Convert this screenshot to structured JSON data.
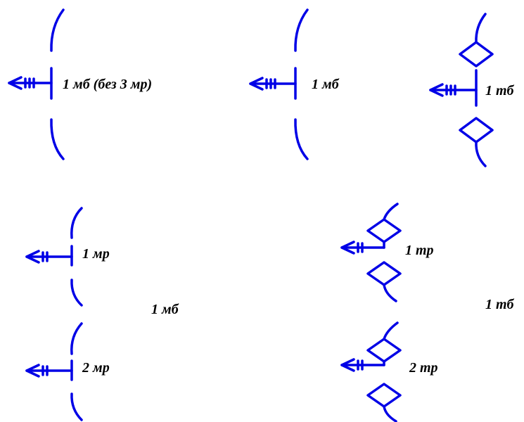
{
  "colors": {
    "symbol": "#0000e6",
    "text": "#000000"
  },
  "labels": {
    "a": "1 мб (без 3 мр)",
    "b": "1 мб",
    "c": "1 тб",
    "d_top": "1 мр",
    "d_bottom": "2 мр",
    "d_group": "1 мб",
    "e_top": "1 тр",
    "e_bottom": "2 тр",
    "e_group": "1 тб"
  }
}
